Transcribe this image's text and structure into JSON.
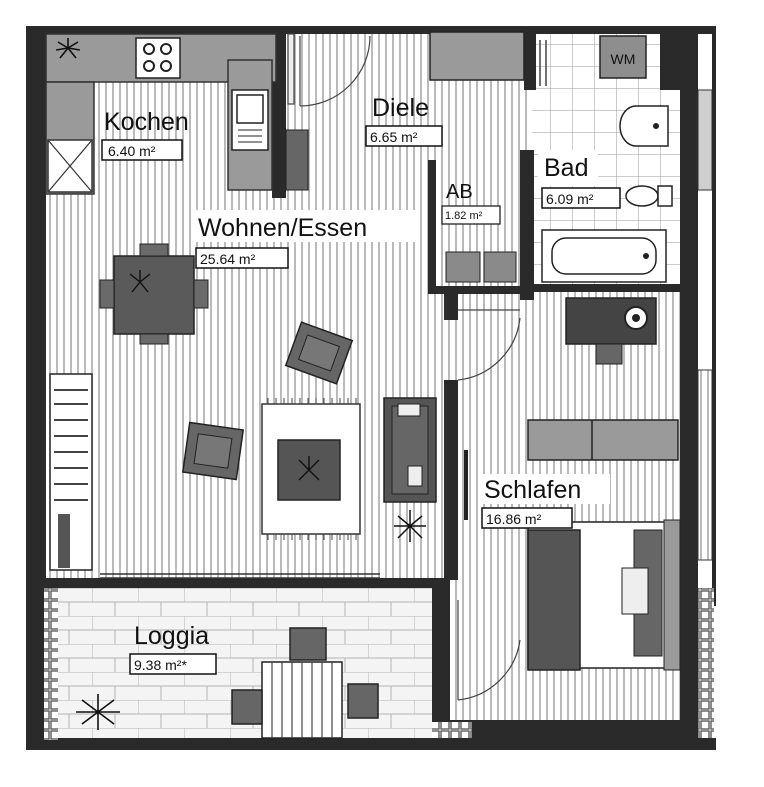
{
  "rooms": {
    "kochen": {
      "name": "Kochen",
      "area": "6.40 m²"
    },
    "diele": {
      "name": "Diele",
      "area": "6.65 m²"
    },
    "bad": {
      "name": "Bad",
      "area": "6.09 m²"
    },
    "ab": {
      "name": "AB",
      "area": "1.82 m²"
    },
    "wohnen": {
      "name": "Wohnen/Essen",
      "area": "25.64 m²"
    },
    "schlafen": {
      "name": "Schlafen",
      "area": "16.86 m²"
    },
    "loggia": {
      "name": "Loggia",
      "area": "9.38 m²*"
    }
  },
  "fixtures": {
    "washer_label": "WM"
  },
  "colors": {
    "wall": "#2a2a2a",
    "floor_stripe": "#9a9a9a",
    "furniture": "#555555",
    "counter": "#888888",
    "tile": "#bdbdbd"
  }
}
